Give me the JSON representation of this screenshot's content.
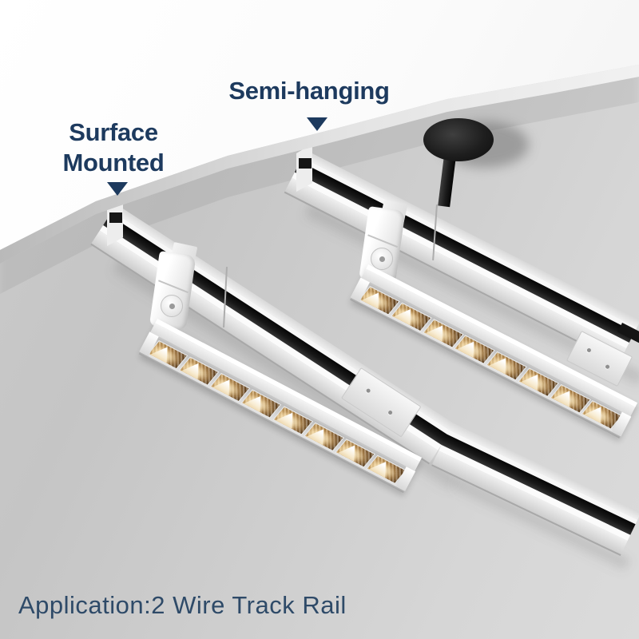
{
  "labels": {
    "semi_hanging": "Semi-hanging",
    "surface_mounted": [
      "Surface",
      "Mounted"
    ],
    "application": "Application:2 Wire Track Rail"
  },
  "colors": {
    "label_text": "#1d3a5e",
    "application_text": "#2e4a68",
    "canopy_black": "#1e1e1e",
    "track_slot_black": "#181818",
    "fixture_white": "#f4f4f4",
    "glow_warm": "#f8ecd2",
    "reflector_gold": "#a87c44"
  },
  "scene": {
    "tracks_count": 2,
    "fixtures_count": 2,
    "cells_per_fixture": 8
  }
}
